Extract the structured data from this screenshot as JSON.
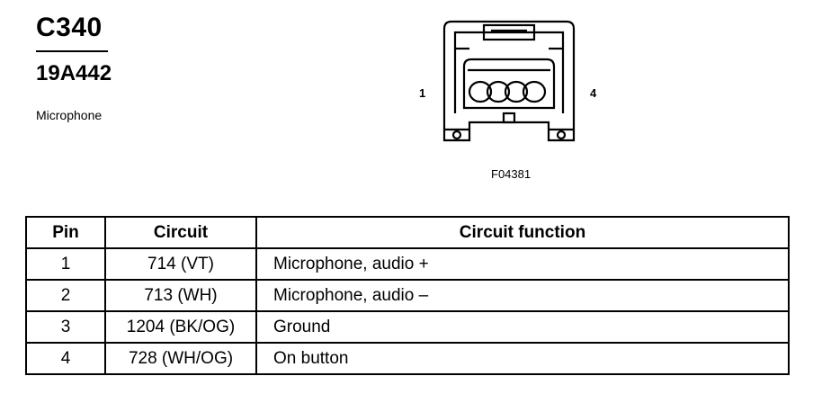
{
  "header": {
    "connector_id": "C340",
    "part_number": "19A442",
    "description": "Microphone"
  },
  "diagram": {
    "pin_left_label": "1",
    "pin_right_label": "4",
    "figure_code": "F04381"
  },
  "table": {
    "headers": {
      "pin": "Pin",
      "circuit": "Circuit",
      "function": "Circuit function"
    },
    "rows": [
      {
        "pin": "1",
        "circuit": "714 (VT)",
        "function": "Microphone, audio +"
      },
      {
        "pin": "2",
        "circuit": "713 (WH)",
        "function": "Microphone, audio –"
      },
      {
        "pin": "3",
        "circuit": "1204 (BK/OG)",
        "function": "Ground"
      },
      {
        "pin": "4",
        "circuit": "728 (WH/OG)",
        "function": "On button"
      }
    ]
  }
}
